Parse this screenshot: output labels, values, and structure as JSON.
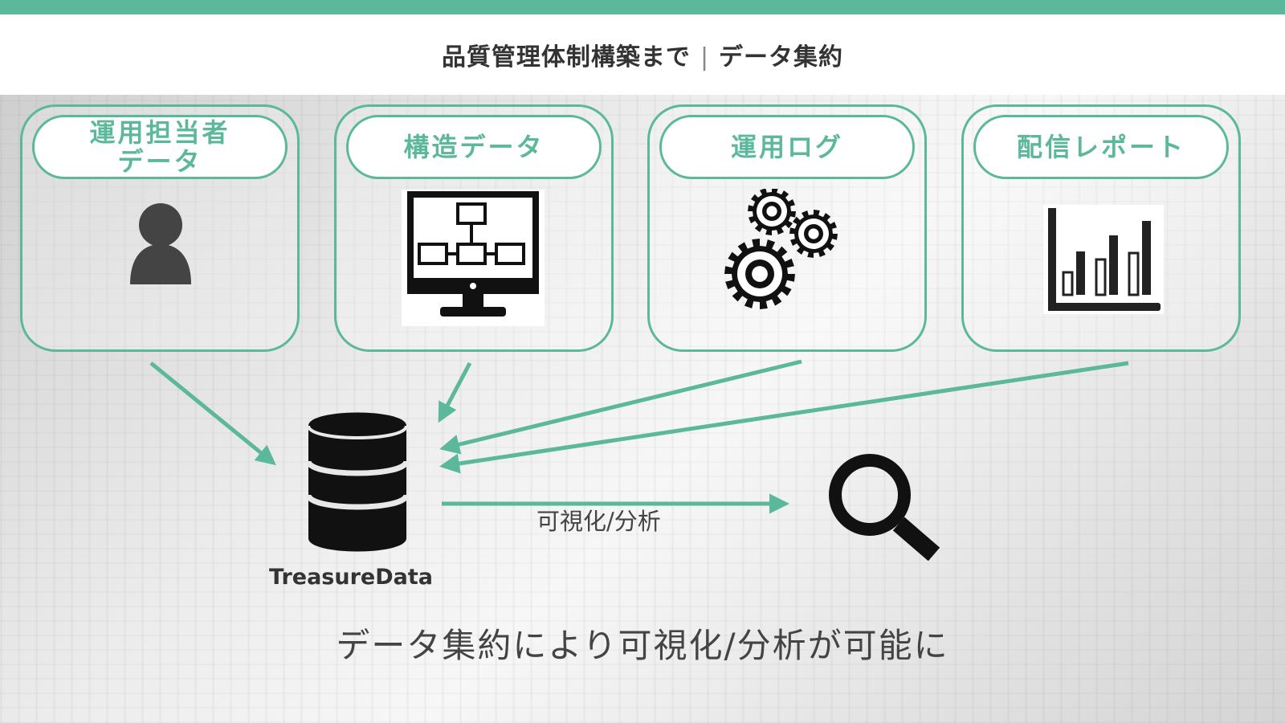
{
  "header": {
    "title_left": "品質管理体制構築まで",
    "separator": "|",
    "title_right": "データ集約"
  },
  "colors": {
    "accent": "#5bb89a",
    "icon": "#111111",
    "person_icon": "#444444"
  },
  "sources": [
    {
      "label_line1": "運用担当者",
      "label_line2": "データ",
      "icon": "person-icon"
    },
    {
      "label_line1": "構造データ",
      "label_line2": "",
      "icon": "structure-monitor-icon"
    },
    {
      "label_line1": "運用ログ",
      "label_line2": "",
      "icon": "gears-icon"
    },
    {
      "label_line1": "配信レポート",
      "label_line2": "",
      "icon": "bar-chart-icon"
    }
  ],
  "hub": {
    "label": "TreasureData",
    "icon": "database-icon"
  },
  "flow": {
    "label": "可視化/分析",
    "target_icon": "magnifier-icon"
  },
  "conclusion": "データ集約により可視化/分析が可能に"
}
